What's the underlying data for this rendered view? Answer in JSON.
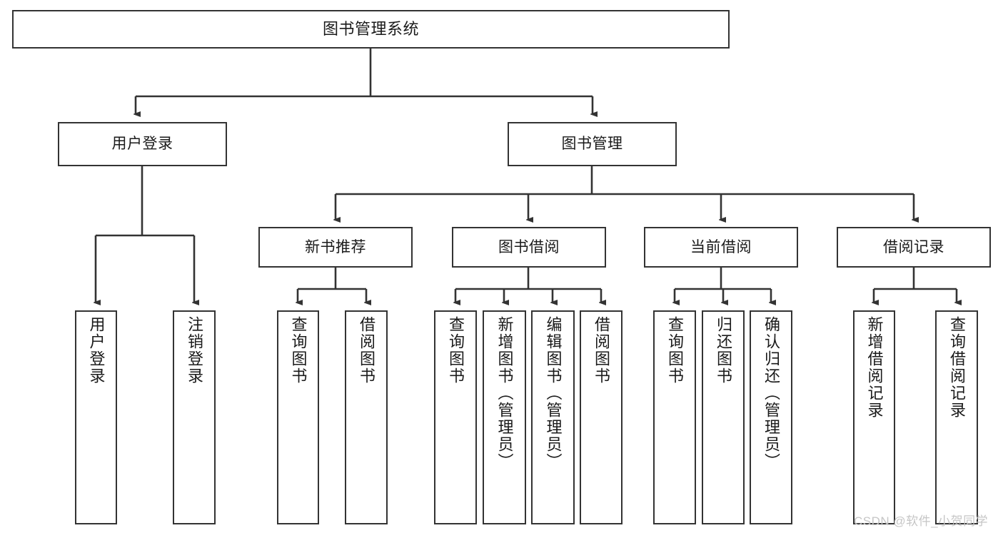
{
  "diagram": {
    "title": "图书管理系统",
    "watermark": "CSDN @软件_小贺同学",
    "stroke_color": "#333333",
    "background_color": "#ffffff",
    "text_color": "#1a1a1a",
    "watermark_color": "#c6c6c6",
    "root": {
      "label": "图书管理系统"
    },
    "level1": [
      {
        "label": "用户登录"
      },
      {
        "label": "图书管理"
      }
    ],
    "level2": [
      {
        "label": "新书推荐"
      },
      {
        "label": "图书借阅"
      },
      {
        "label": "当前借阅"
      },
      {
        "label": "借阅记录"
      }
    ],
    "leaves": {
      "user_login": [
        {
          "label": "用户登录"
        },
        {
          "label": "注销登录"
        }
      ],
      "new_book_recommend": [
        {
          "label": "查询图书"
        },
        {
          "label": "借阅图书"
        }
      ],
      "book_borrow": [
        {
          "label": "查询图书"
        },
        {
          "label": "新增图书（管理员）"
        },
        {
          "label": "编辑图书（管理员）"
        },
        {
          "label": "借阅图书"
        }
      ],
      "current_borrow": [
        {
          "label": "查询图书"
        },
        {
          "label": "归还图书"
        },
        {
          "label": "确认归还（管理员）"
        }
      ],
      "borrow_record": [
        {
          "label": "新增借阅记录"
        },
        {
          "label": "查询借阅记录"
        }
      ]
    }
  }
}
